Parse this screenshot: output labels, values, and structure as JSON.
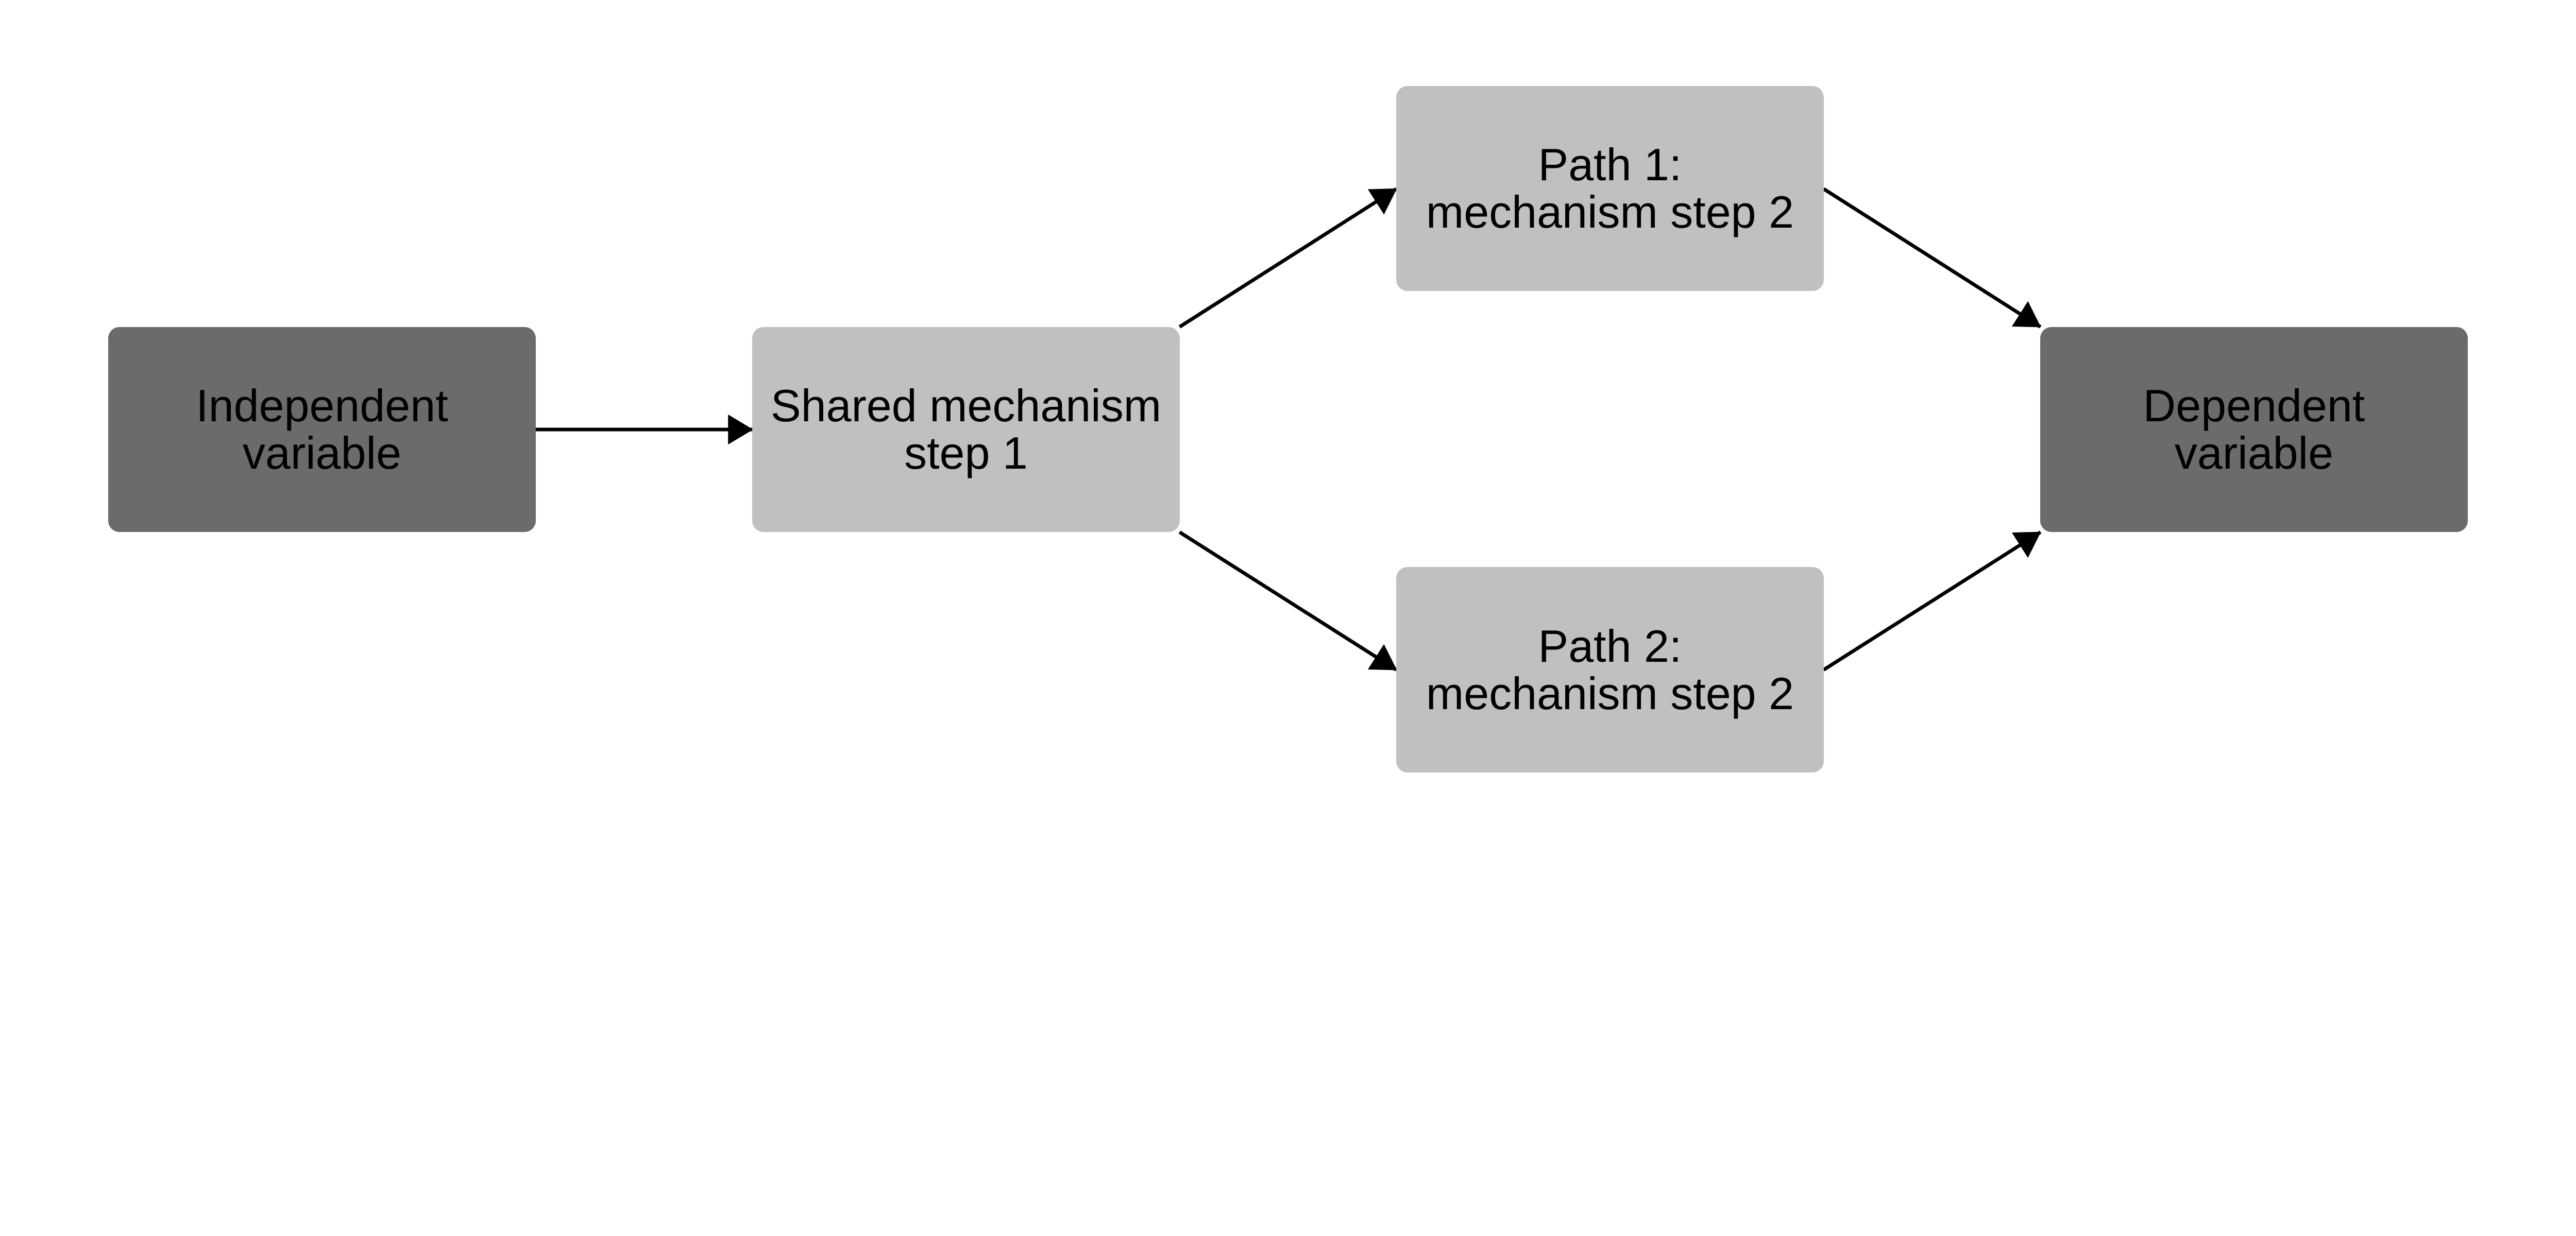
{
  "colors": {
    "variable_node": "#6b6b6b",
    "mechanism_node": "#c0c0c0",
    "edge": "#000000",
    "background": "#ffffff"
  },
  "nodes": {
    "independent": {
      "lines": [
        "Independent",
        "variable"
      ]
    },
    "shared": {
      "lines": [
        "Shared mechanism",
        "step 1"
      ]
    },
    "path1": {
      "lines": [
        "Path 1:",
        "mechanism step 2"
      ]
    },
    "path2": {
      "lines": [
        "Path 2:",
        "mechanism step 2"
      ]
    },
    "dependent": {
      "lines": [
        "Dependent",
        "variable"
      ]
    }
  },
  "edges": [
    {
      "from": "independent",
      "to": "shared"
    },
    {
      "from": "shared",
      "to": "path1"
    },
    {
      "from": "shared",
      "to": "path2"
    },
    {
      "from": "path1",
      "to": "dependent"
    },
    {
      "from": "path2",
      "to": "dependent"
    }
  ]
}
